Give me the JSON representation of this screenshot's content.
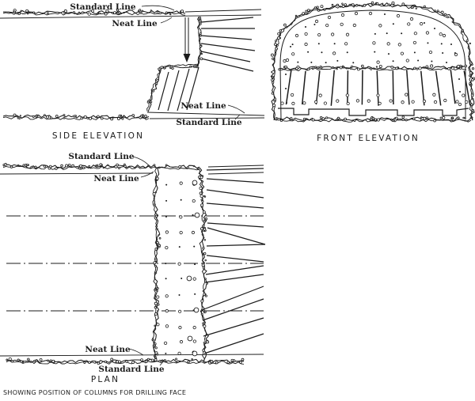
{
  "figure": {
    "caption": "SHOWING POSITION OF COLUMNS FOR DRILLING FACE",
    "ink_color": "#1b1b1b",
    "paper_color": "#ffffff"
  },
  "views": {
    "side_elevation": {
      "title": "SIDE ELEVATION",
      "labels": {
        "top_standard": "Standard Line",
        "top_neat": "Neat Line",
        "bottom_neat": "Neat Line",
        "bottom_standard": "Standard Line"
      }
    },
    "front_elevation": {
      "title": "FRONT ELEVATION"
    },
    "plan": {
      "title": "PLAN",
      "labels": {
        "top_standard": "Standard Line",
        "top_neat": "Neat Line",
        "bottom_neat": "Neat Line",
        "bottom_standard": "Standard Line"
      }
    }
  }
}
